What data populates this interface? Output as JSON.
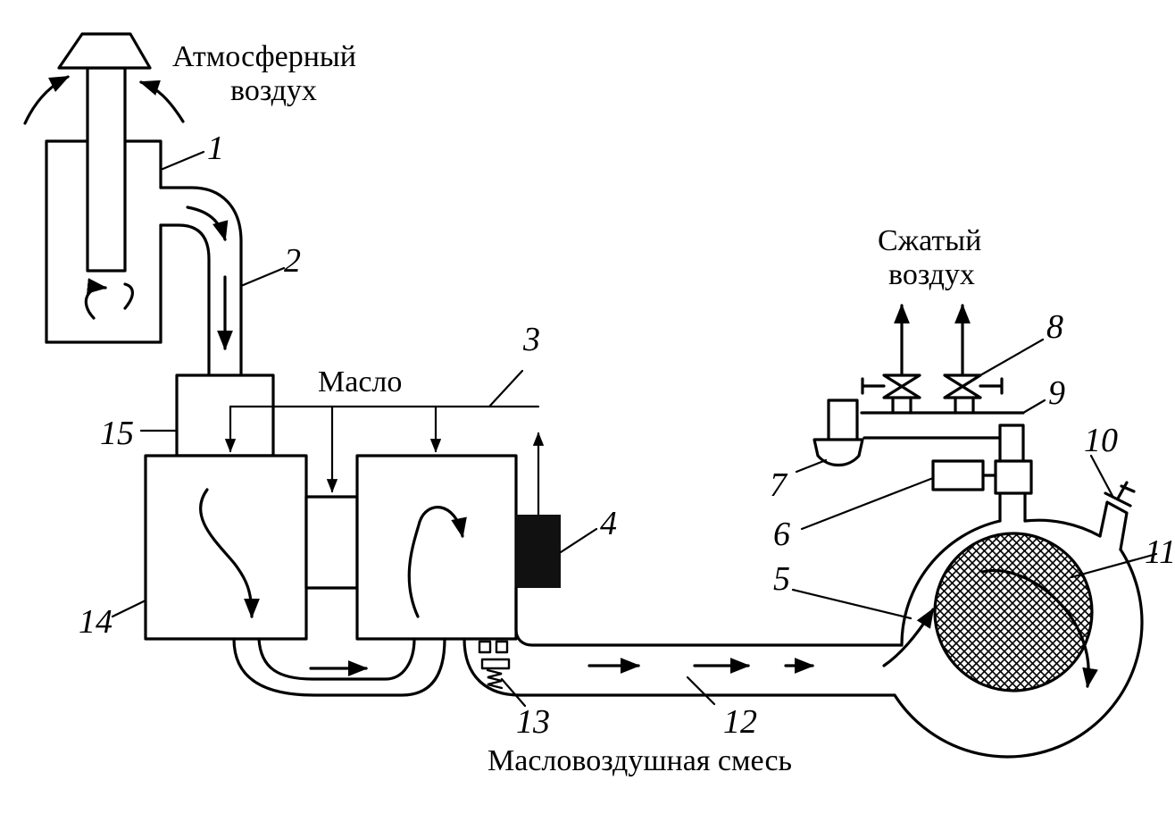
{
  "labels": {
    "atmospheric_air_line1": "Атмосферный",
    "atmospheric_air_line2": "воздух",
    "compressed_air_line1": "Сжатый",
    "compressed_air_line2": "воздух",
    "oil": "Масло",
    "oil_air_mixture": "Масловоздушная смесь"
  },
  "callouts": [
    "1",
    "2",
    "3",
    "4",
    "5",
    "6",
    "7",
    "8",
    "9",
    "10",
    "11",
    "12",
    "13",
    "14",
    "15"
  ],
  "colors": {
    "ink": "#000000",
    "paper": "#ffffff",
    "separator_block": "#111111"
  },
  "patterns": {
    "separator_drum": "crosshatch"
  }
}
